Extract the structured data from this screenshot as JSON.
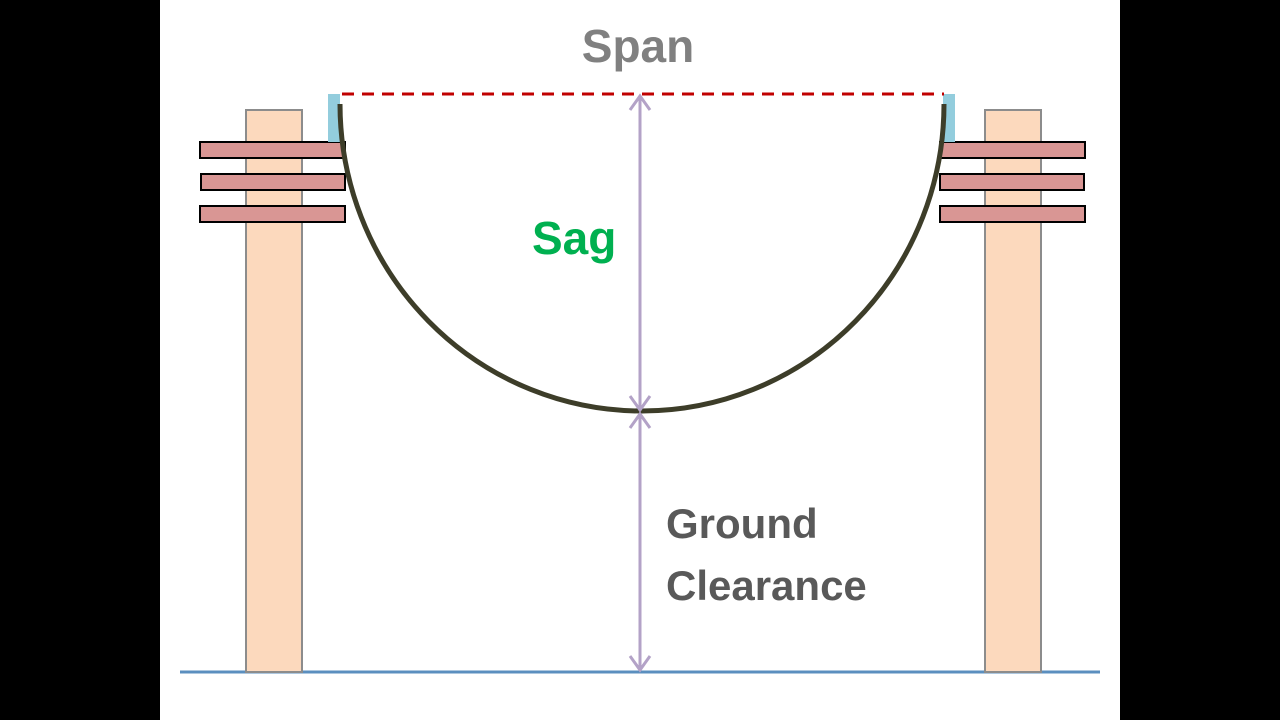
{
  "labels": {
    "span": "Span",
    "sag": "Sag",
    "ground_line1": "Ground",
    "ground_line2": "Clearance"
  },
  "colors": {
    "letterbox": "#000000",
    "slide_background": "#ffffff",
    "pole_fill": "#fcd9bd",
    "pole_stroke": "#8c8c8c",
    "crossarm_fill": "#d99694",
    "crossarm_stroke": "#000000",
    "insulator": "#93cddd",
    "conductor": "#3d3d29",
    "span_line": "#c00000",
    "dimension_arrow": "#b3a2c7",
    "ground": "#5b8fbf",
    "span_text": "#808080",
    "sag_text": "#00b050",
    "clearance_text": "#595959"
  }
}
